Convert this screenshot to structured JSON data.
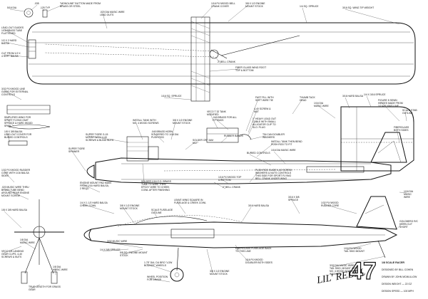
{
  "labels": {
    "l01": ".035",
    "l02": "5/16 DIA",
    "l03": ".125 TYP",
    "l04": "\"MONOLINE\" BUTTON MADE FROM BRASS OR STEEL",
    "l05": ".020 DIA MUSIC WIRE LEAD OUTS",
    "l06": "1/16 PLYWOOD BELL CRANK COVER",
    "l07": "3/8 X 1/2 ENGINE MOUNT STOCK",
    "l08": "1/4 SQ. SPRUCE",
    "l09": "3/16 SQ. WING TIP WEIGHT",
    "l10": "LEAD-OUT GUIDES 1/16 BRASS TUBE FLATTENED",
    "l11": "1/2 X 2 HARD BALSA",
    "l12": "CUT FROM 1/2 X 4 SOFT BALSA",
    "l13": "2\" BELL CRANK",
    "l14": "FIBER GLASS WING ROOT TOP & BOTTOM",
    "l15": "3/32 PLYWOOD LINE GUIDE FOR EXTERNAL CONTROLS",
    "l16": "SIMPLIFIED WING FOR SPORT FLYING OMIT SPRUCE & HARD WOOD SPAR",
    "l17": "1/8 X 3/8 BALSA LEAD-OUT COVER FOR BURIED CONTROLS",
    "l18": "1/16 SQ. SPRUCE",
    "l19": "VECO T 32 TANK MODIFIED",
    "l20": ".040 BRASS FOR ALL FITTINGS",
    "l21": "FAST FILL WITH SOFT WIRE TIE",
    "l22": "4-40 SCREW & NUT",
    "l23": "1\" HEAVY LEAD OUT CABLE WITH SMALL ALLIGATOR CLIP TO SLO. PLUG",
    "l24": "TIN CAN DOUBLER WASHERS",
    "l25": "THUMB TACK HEAD",
    "l26": "1/16 DIA MUSIC WIRE",
    "l27": "3/16 HARD BALSA",
    "l28": "1/4 X 3/16 SPRUCE",
    "l29": "FIGURE 8 SEWN HINGES MADE FROM 1/2 A FLYING LINE",
    "l30": "SCALE STAB OUTLINE",
    "l31": "INSTALL TANK WITH NO. 4 WOOD SCREWS",
    "l32": ".040 BRASS HORN SOLDERED TO 1/16 DIA PUSH ROD",
    "l33": "3/8 X 1/2 ENGINE MOUNT STOCK",
    "l34": "SOLDER OR \"JAM NUT\"",
    "l35": "RUBBER BANDS",
    "l36": "INSTALL TANK THEN BEND PUSH ROD TO FIT",
    "l37": "1/16 DIA MUSIC WIRE",
    "l38": "SUPER TIGRE G-15 MOUNT WITH 4-40 SCREWS & BLIND NUTS",
    "l39": "BURIED CONTROLS",
    "l40": "FIBERGLASS BOTH SIDES",
    "l41": "SUPER TIGRE SPINNER",
    "l42": "1/32 PLYWOOD RUDDER CORE WITH 1/16 BALSA SIDES",
    "l43": ".020 MUSIC WIRE THRU BRASS TUBE BEND AROUND REAR ENGINE MOUNT SCREW",
    "l44": "ENGINE MOUNT PAD MAKE FROM 1/16 HARD BALSA, 2 REQD",
    "l45": "1/4 X 1 1/2 HARD BALSA CHEEK COWL",
    "l46": "SOLDER 1/16 O.D. BRASS TUBE TO WIRE THEN EPOXY WIRE TO CHEEK COWL AFTER FINISHING",
    "l47": "1/16 PLYWOOD TOP & BOTTOM",
    "l48": "PUSH ROD GUIDE 4-40 SCREW, WASHERS & NUTS CONTROLS THIS SIDE FOR SPORT FLYING BELL CRANK UNDER WING",
    "l49": "2\" BELL CRANK",
    "l50": "LEAVE WING SQUARE IN FUSELAGE & CHEEK COWL",
    "l51": "3/16 HARD BALSA",
    "l52": "3/16 X 5/8 SPRUCE",
    "l53": "1/32 PLYWOOD RUDDER CORE",
    "l54": "1/16 DIA MUSIC WIRE",
    "l55": "1/8 X 3/8 HARD BALSA",
    "l56": "3/8 X 1/2 ENGINE MOUNT STOCK",
    "l57": "SCALE FUSELAGE OUTLINE",
    "l58": "1/8 DIA MUSIC WIRE",
    "l59": "3/32 MUSIC WIRE",
    "l60": "1/4 X 5/8 SPRUCE",
    "l61": "VECO 1/8 LANDING GEAR CLIPS, 4-40 SCREWS & NUTS",
    "l62": "5/8 SQ. ENGINE MOUNT STOCK",
    "l63": "1.75\" DIA. DU BRO \"LOW BOUNCE\" WHEELS",
    "l64": "WHEEL POSITION FOR GRASS",
    "l65": "FIBERGLASS FUSELAGE BACK TO THIS LINE",
    "l66": "1/16 PLYWOOD DOUBLER BOTH SIDES",
    "l67": "3/8 X 1/2 ENGINE MOUNT STOCK",
    "l68": "1/16 PLYWOOD TAIL SKID MOUNT",
    "l69": "3/32 DIA MUSIC WIRE TAIL SKID, MOUNT WITH NO. 4 WOOD SCREWS & WASHERS",
    "l70": "GOLDBERG R/C HORN CUT SHORT",
    "l71": "1/8 DIA MUSIC WIRE",
    "l72": "TRUE LENGTH FOR GRASS GEAR"
  },
  "title_block": {
    "logo_text": "LIL' REBEL",
    "logo_number": "47",
    "scale": "1/8 SCALE RACER",
    "designed_by": "DESIGNED BY BILL COHEN",
    "drawn_by": "DRAWN BY JOHN MCMULLOW",
    "weight": "DESIGN WEIGHT — 22 OZ",
    "speed": "DESIGN SPEED — 100 MPH"
  }
}
